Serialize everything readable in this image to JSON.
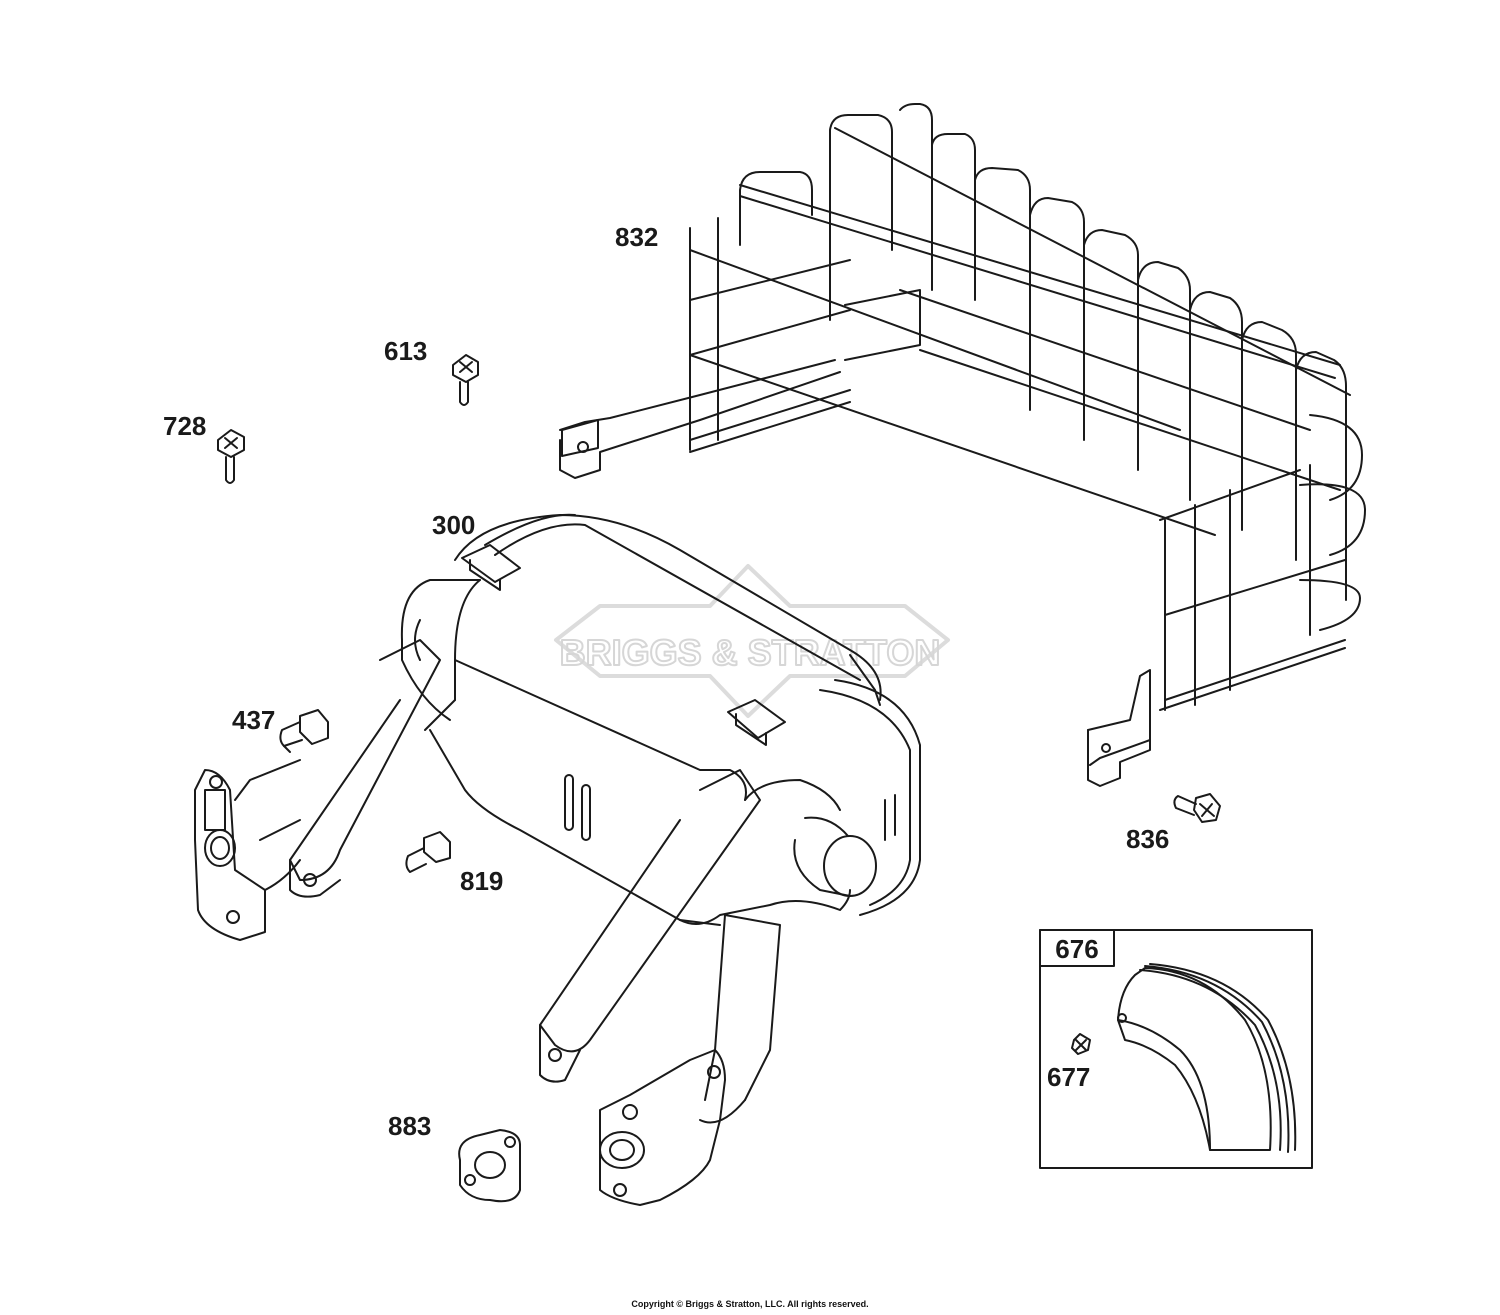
{
  "watermark": {
    "text": "BRIGGS & STRATTON",
    "color": "#d9d9d9"
  },
  "callouts": {
    "cage": "832",
    "bolt_613": "613",
    "bolt_728": "728",
    "muffler": "300",
    "bolt_437": "437",
    "bolt_819": "819",
    "bolt_836": "836",
    "gasket": "883",
    "deflector": "676",
    "screw_677": "677"
  },
  "footer": {
    "copyright": "Copyright © Briggs & Stratton, LLC. All rights reserved."
  },
  "colors": {
    "line": "#1a1a1a",
    "background": "#ffffff"
  },
  "icons": [
    "bolt-icon",
    "screw-icon",
    "gasket-icon"
  ]
}
